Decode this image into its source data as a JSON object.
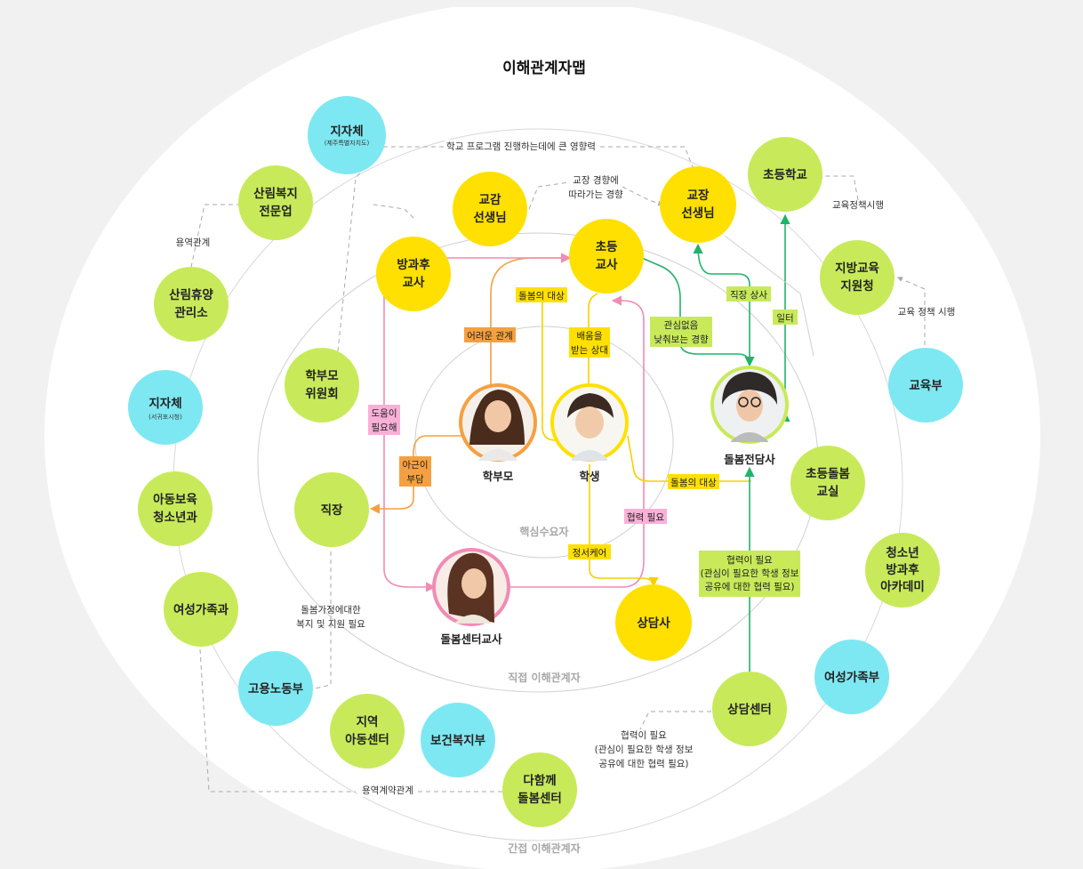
{
  "title": "이해관계자맵",
  "colors": {
    "yellow": "#ffe000",
    "green": "#c8ea5a",
    "cyan": "#7ee8f2",
    "orange": "#f5a040",
    "pink": "#f08cb4",
    "pink_tag": "#f9b0d8",
    "green_line": "#21b36b",
    "tag_green": "#c8ea5a",
    "tag_orange": "#f5a040",
    "tag_yellow": "#ffe000"
  },
  "rings": {
    "core": "핵심수요자",
    "direct": "직접 이해관계자",
    "indirect": "간접 이해관계자"
  },
  "people": {
    "parent": "학부모",
    "student": "학생",
    "care_specialist": "돌봄전담사",
    "care_center_teacher": "돌봄센터교사"
  },
  "nodes": {
    "jeju_gov_1": "지자체",
    "jeju_gov_2": "(제주특별자치도)",
    "forest_welfare_1": "산림복지",
    "forest_welfare_2": "전문업",
    "forest_rest_1": "산림휴양",
    "forest_rest_2": "관리소",
    "seogwipo_gov_1": "지자체",
    "seogwipo_gov_2": "(서귀포시청)",
    "child_youth_1": "아동보육",
    "child_youth_2": "청소년과",
    "women_family_dept": "여성가족과",
    "labor_ministry": "고용노동부",
    "local_child_1": "지역",
    "local_child_2": "아동센터",
    "health_ministry": "보건복지부",
    "dahamkke_1": "다함께",
    "dahamkke_2": "돌봄센터",
    "counseling_center": "상담센터",
    "women_family_ministry": "여성가족부",
    "youth_academy_1": "청소년",
    "youth_academy_2": "방과후",
    "youth_academy_3": "아카데미",
    "education_ministry": "교육부",
    "local_edu_1": "지방교육",
    "local_edu_2": "지원청",
    "elementary_school": "초등학교",
    "principal_1": "교장",
    "principal_2": "선생님",
    "vice_principal_1": "교감",
    "vice_principal_2": "선생님",
    "afterschool_1": "방과후",
    "afterschool_2": "교사",
    "elem_teacher_1": "초등",
    "elem_teacher_2": "교사",
    "pta_1": "학부모",
    "pta_2": "위원회",
    "workplace": "직장",
    "counselor": "상담사",
    "care_class_1": "초등돌봄",
    "care_class_2": "교실"
  },
  "notes": {
    "school_program": "학교 프로그램 진행하는데에 큰 영향력",
    "principal_tendency_1": "교장 경향에",
    "principal_tendency_2": "따라가는 경향",
    "service_relation": "용역관계",
    "edu_policy_impl": "교육정책시행",
    "edu_policy_impl2": "교육 정책 시행",
    "care_family_1": "돌봄가정에대한",
    "care_family_2": "복지 및 지원 필요",
    "cooperation_1": "협력이 필요",
    "cooperation_2": "(관심이 필요한 학생 정보",
    "cooperation_3": "공유에 대한 협력 필요)",
    "service_contract": "용역계약관계"
  },
  "tags": {
    "care_target_1": "돌봄의 대상",
    "difficult_relation": "어려운 관계",
    "learning_1": "배움을",
    "learning_2": "받는 상대",
    "need_help_1": "도움이",
    "need_help_2": "필요해",
    "commute_1": "아근이",
    "commute_2": "부담",
    "indifferent_1": "관심없음",
    "indifferent_2": "낮춰보는 경향",
    "boss": "직장 상사",
    "workplace_tag": "일터",
    "care_target_2": "돌봄의 대상",
    "need_coop": "협력 필요",
    "emotional_care": "정서케어",
    "coop_box_1": "협력이 필요",
    "coop_box_2": "(관심이 필요한 학생 정보",
    "coop_box_3": "공유에 대한 협력 필요)"
  }
}
